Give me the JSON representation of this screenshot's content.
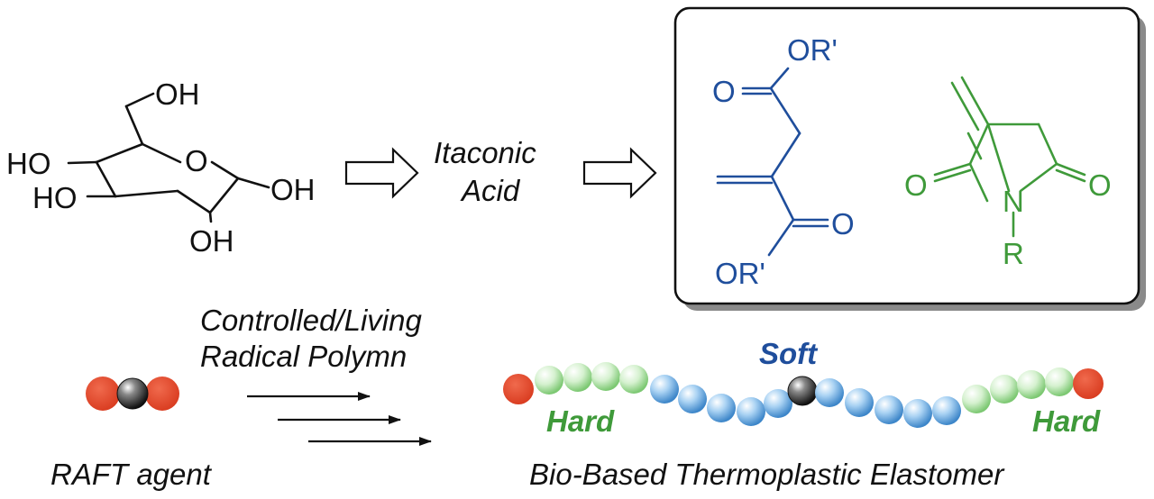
{
  "glucose": {
    "labels": [
      "OH",
      "O",
      "HO",
      "HO",
      "OH",
      "OH"
    ]
  },
  "step1": {
    "line1": "Itaconic",
    "line2": "Acid"
  },
  "monomer_box": {
    "diester_labels": [
      "OR'",
      "O",
      "O",
      "OR'"
    ],
    "imide_labels": [
      "O",
      "O",
      "N",
      "R"
    ]
  },
  "polymerization": {
    "line1": "Controlled/Living",
    "line2": "Radical Polymn"
  },
  "raft_label": "RAFT agent",
  "polymer": {
    "soft_label": "Soft",
    "hard_left": "Hard",
    "hard_right": "Hard",
    "caption": "Bio-Based Thermoplastic Elastomer"
  },
  "colors": {
    "blue": "#1f4e9c",
    "green": "#3f9a3a",
    "end_group": "#e0452b",
    "soft_bead": "#7fb6e6",
    "hard_bead": "#b8e6b0",
    "center_bead": "#222222"
  }
}
